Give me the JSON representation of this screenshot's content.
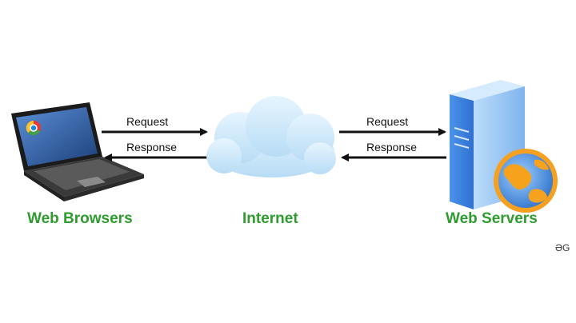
{
  "nodes": {
    "browser": {
      "label": "Web Browsers",
      "icon": "laptop-icon"
    },
    "internet": {
      "label": "Internet",
      "icon": "cloud-icon"
    },
    "server": {
      "label": "Web Servers",
      "icon": "server-icon"
    }
  },
  "edges": {
    "left_request": "Request",
    "left_response": "Response",
    "right_request": "Request",
    "right_response": "Response"
  },
  "logo": "ƏG",
  "colors": {
    "label_green": "#2e9c2e",
    "cloud": "#c9e7fa",
    "server_blue": "#3a84e0",
    "globe_orange": "#f5a020"
  }
}
